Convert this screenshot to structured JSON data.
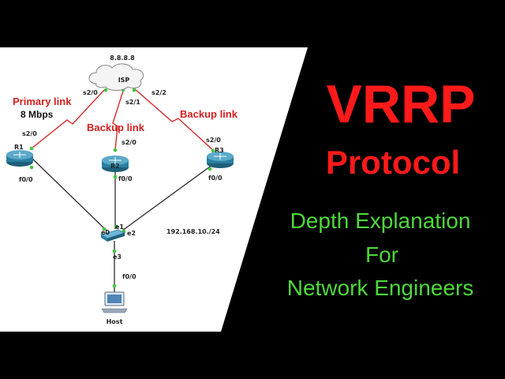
{
  "diagram": {
    "cloud_ip": "8.8.8.8",
    "isp_label": "ISP",
    "primary_link_label": "Primary link",
    "primary_link_speed": "8 Mbps",
    "backup_link_label_left": "Backup link",
    "backup_link_label_right": "Backup link",
    "subnet_label": "192.168.10./24",
    "host_label": "Host",
    "routers": [
      {
        "name": "R1",
        "wan_port": "s2/0",
        "lan_port": "f0/0"
      },
      {
        "name": "R2",
        "wan_port": "s2/0",
        "lan_port": "f0/0"
      },
      {
        "name": "R3",
        "wan_port": "s2/0",
        "lan_port": "f0/0"
      }
    ],
    "isp_ports": [
      "s2/0",
      "s2/1",
      "s2/2"
    ],
    "switch_ports": [
      "e0",
      "e1",
      "e2",
      "e3"
    ],
    "host_port": "f0/0",
    "colors": {
      "link": "#2b2b2b",
      "red_link": "#d42020",
      "port_dot": "#3fc73f",
      "router": "#2a7fa0"
    }
  },
  "headline": {
    "line1": "VRRP",
    "line2": "Protocol",
    "sub1": "Depth Explanation",
    "sub2": "For",
    "sub3": "Network Engineers"
  }
}
